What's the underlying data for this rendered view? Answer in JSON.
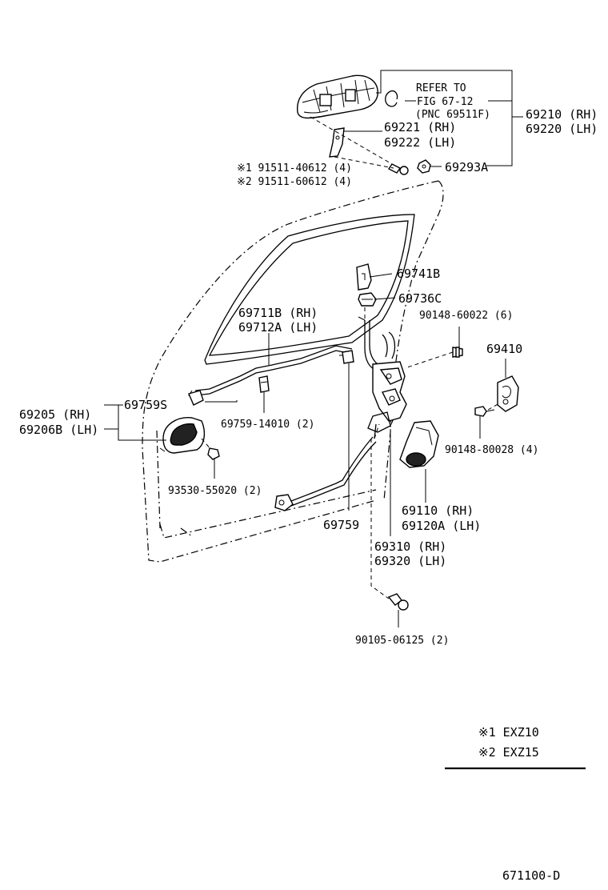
{
  "labels": {
    "refer_1": "REFER TO",
    "refer_2": "FIG 67-12",
    "refer_3": "(PNC 69511F)",
    "p69210": "69210 (RH)",
    "p69220": "69220 (LH)",
    "p69221": "69221 (RH)",
    "p69222": "69222 (LH)",
    "p91511a": "※1  91511-40612 (4)",
    "p91511b": "※2  91511-60612 (4)",
    "p69293A": "69293A",
    "p69741B": "69741B",
    "p69736C": "69736C",
    "p90148a": "90148-60022 (6)",
    "p69410": "69410",
    "p69711B": "69711B (RH)",
    "p69712A": "69712A (LH)",
    "p69759S": "69759S",
    "p69205": "69205  (RH)",
    "p69206B": "69206B (LH)",
    "p6975914010": "69759-14010 (2)",
    "p90148b": "90148-80028 (4)",
    "p93530": "93530-55020 (2)",
    "p69110": "69110  (RH)",
    "p69120A": "69120A (LH)",
    "p69759": "69759",
    "p69310": "69310 (RH)",
    "p69320": "69320 (LH)",
    "p90105": "90105-06125 (2)"
  },
  "notes": {
    "note1": "※1  EXZ10",
    "note2": "※2  EXZ15"
  },
  "figure_id": "671100-D"
}
